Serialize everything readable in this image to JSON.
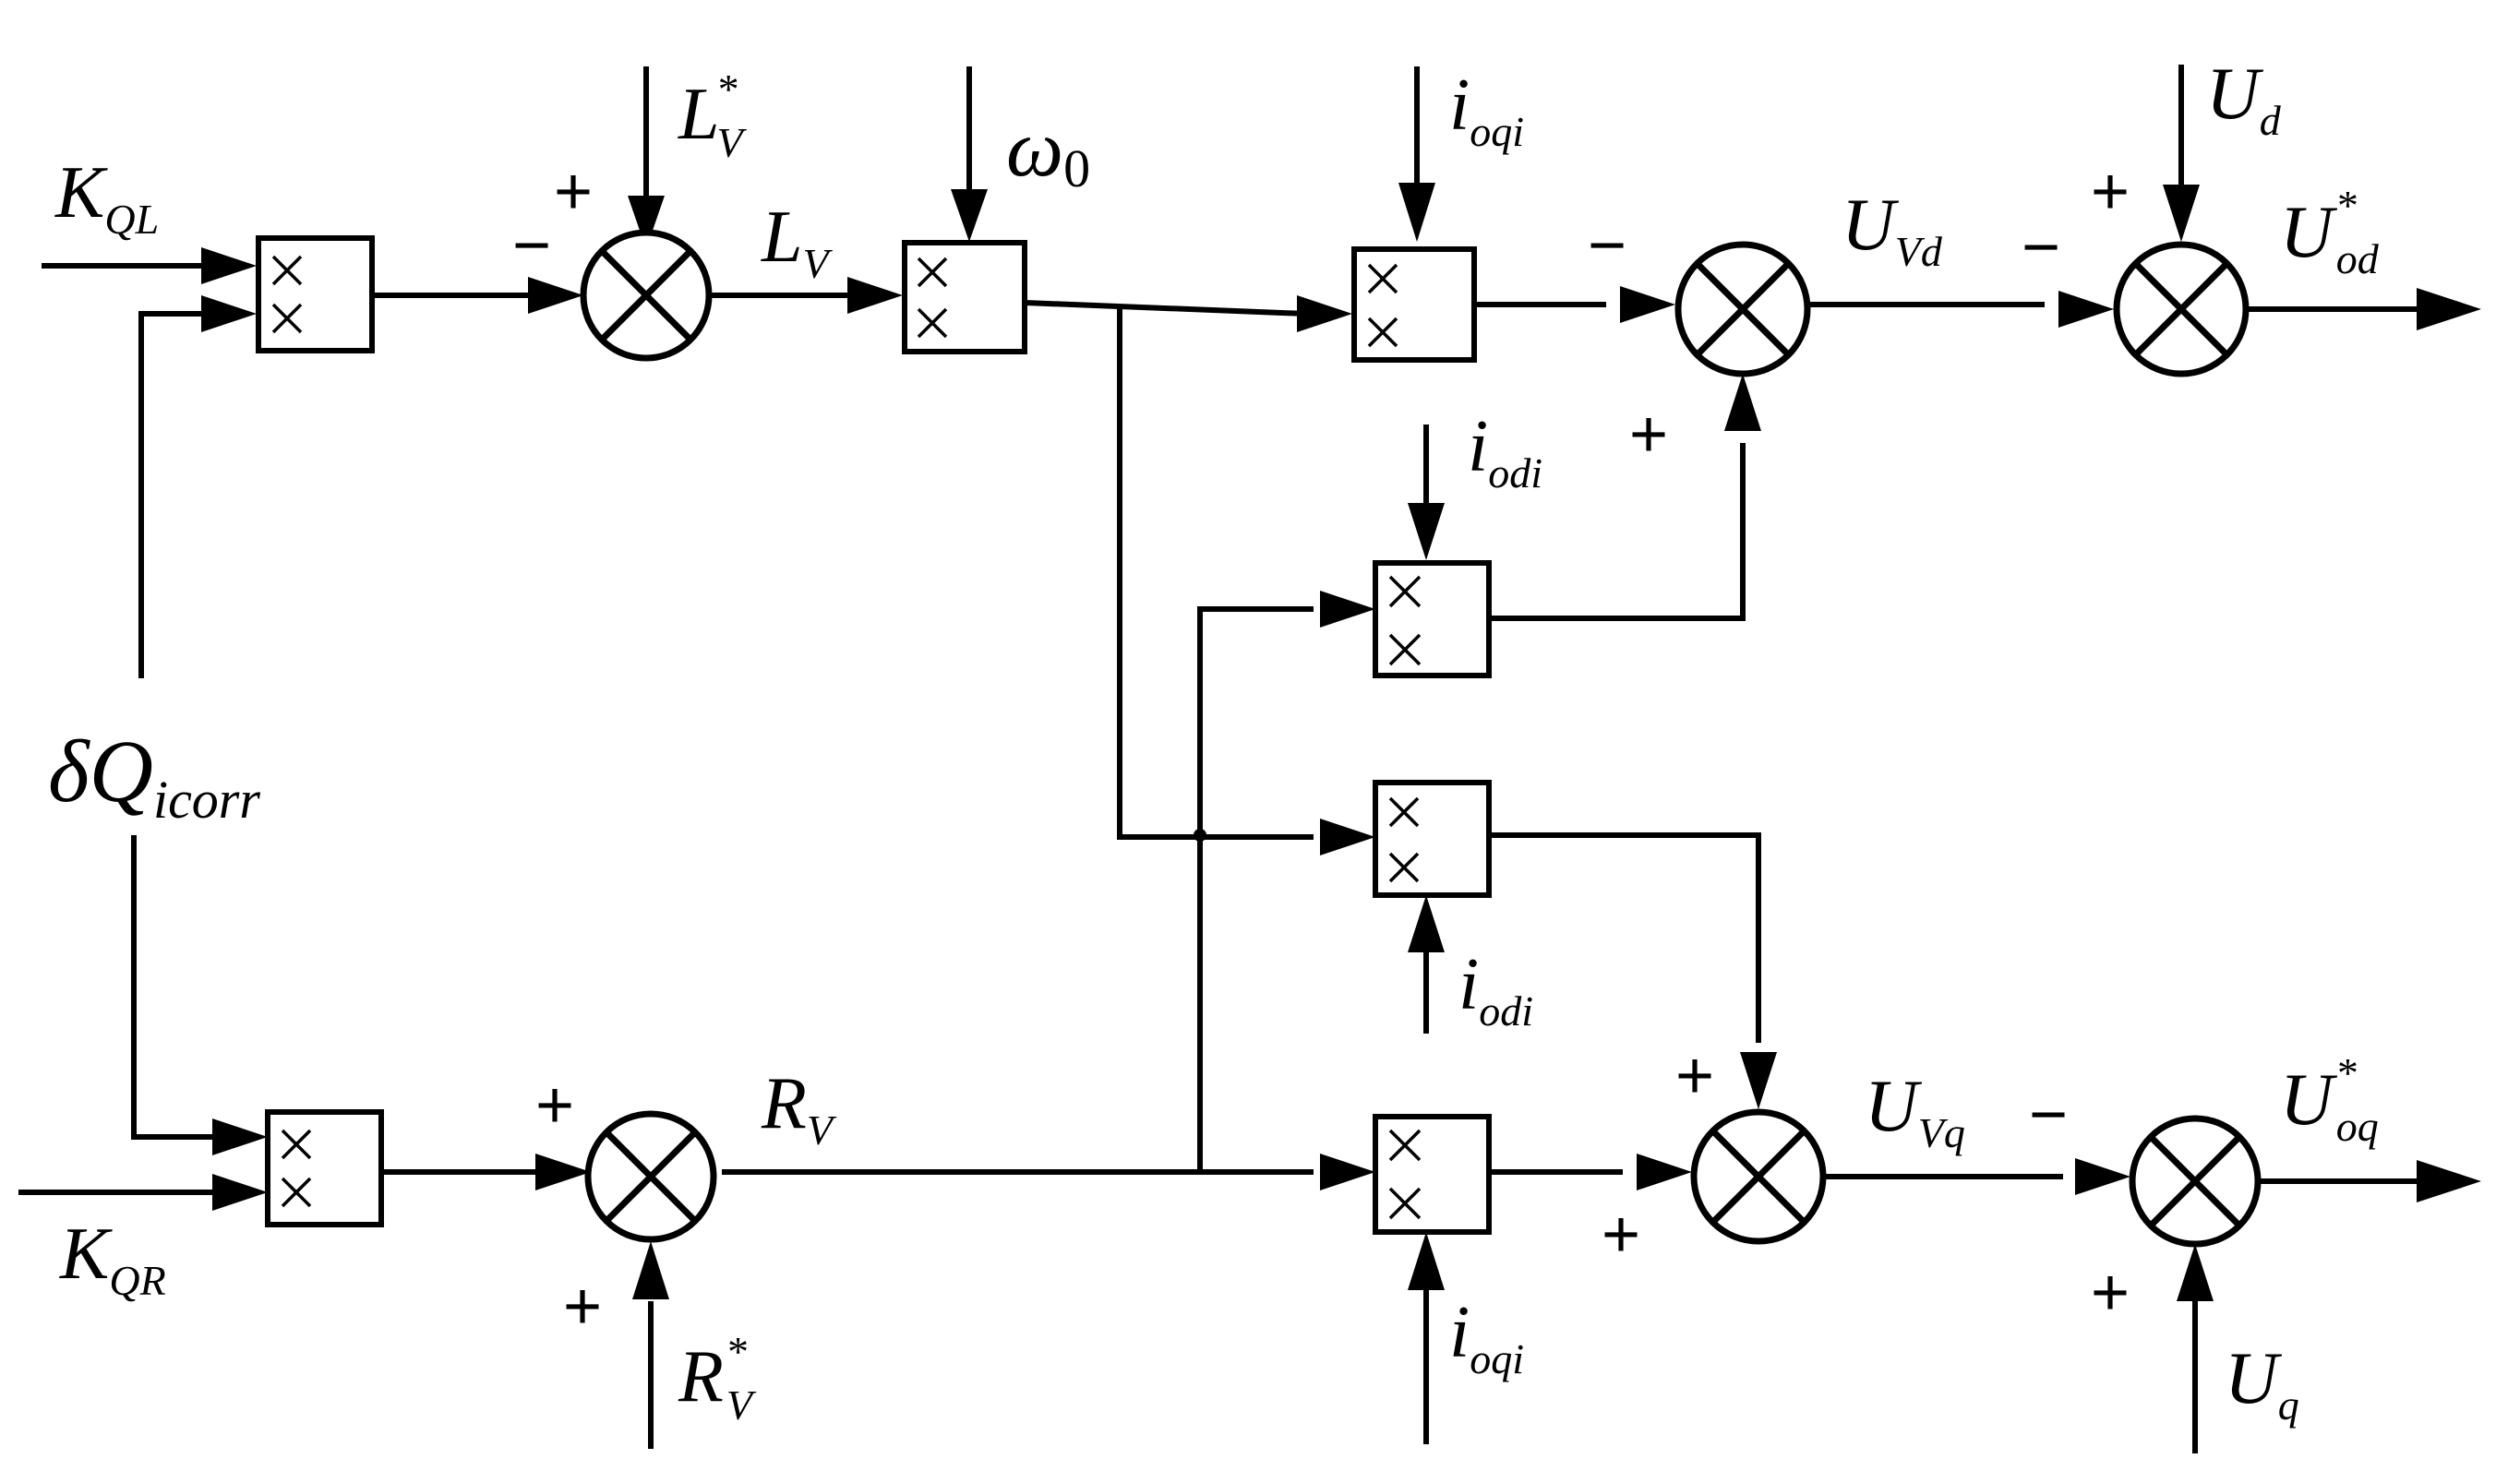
{
  "labels": {
    "K_QL": {
      "main": "K",
      "sub": "QL"
    },
    "K_QR": {
      "main": "K",
      "sub": "QR"
    },
    "dQ": {
      "main": "δQ",
      "sub": "icorr"
    },
    "L_V_star": {
      "main": "L",
      "sup": "*",
      "sub": "V"
    },
    "L_V": {
      "main": "L",
      "sub": "V"
    },
    "omega0": {
      "main": "ω",
      "sub": "0"
    },
    "R_V": {
      "main": "R",
      "sub": "V"
    },
    "R_V_star": {
      "main": "R",
      "sup": "*",
      "sub": "V"
    },
    "i_oqi_top": {
      "main": "i",
      "sub": "oqi"
    },
    "i_odi_mid": {
      "main": "i",
      "sub": "odi"
    },
    "i_odi_low": {
      "main": "i",
      "sub": "odi"
    },
    "i_oqi_bot": {
      "main": "i",
      "sub": "oqi"
    },
    "U_Vd": {
      "main": "U",
      "sub": "Vd"
    },
    "U_Vq": {
      "main": "U",
      "sub": "Vq"
    },
    "U_d": {
      "main": "U",
      "sub": "d"
    },
    "U_q": {
      "main": "U",
      "sub": "q"
    },
    "U_od_star": {
      "main": "U",
      "sup": "*",
      "sub": "od"
    },
    "U_oq_star": {
      "main": "U",
      "sup": "*",
      "sub": "oq"
    }
  },
  "signs": {
    "sum1_top": "+",
    "sum1_left": "−",
    "sum2_left": "+",
    "sum2_bottom": "+",
    "sumVd_left": "−",
    "sumVd_bottom": "+",
    "sumOd_top": "+",
    "sumOd_left": "−",
    "sumVq_top": "+",
    "sumVq_left": "+",
    "sumOq_left": "−",
    "sumOq_bottom": "+"
  },
  "multiplier_symbol": "×"
}
